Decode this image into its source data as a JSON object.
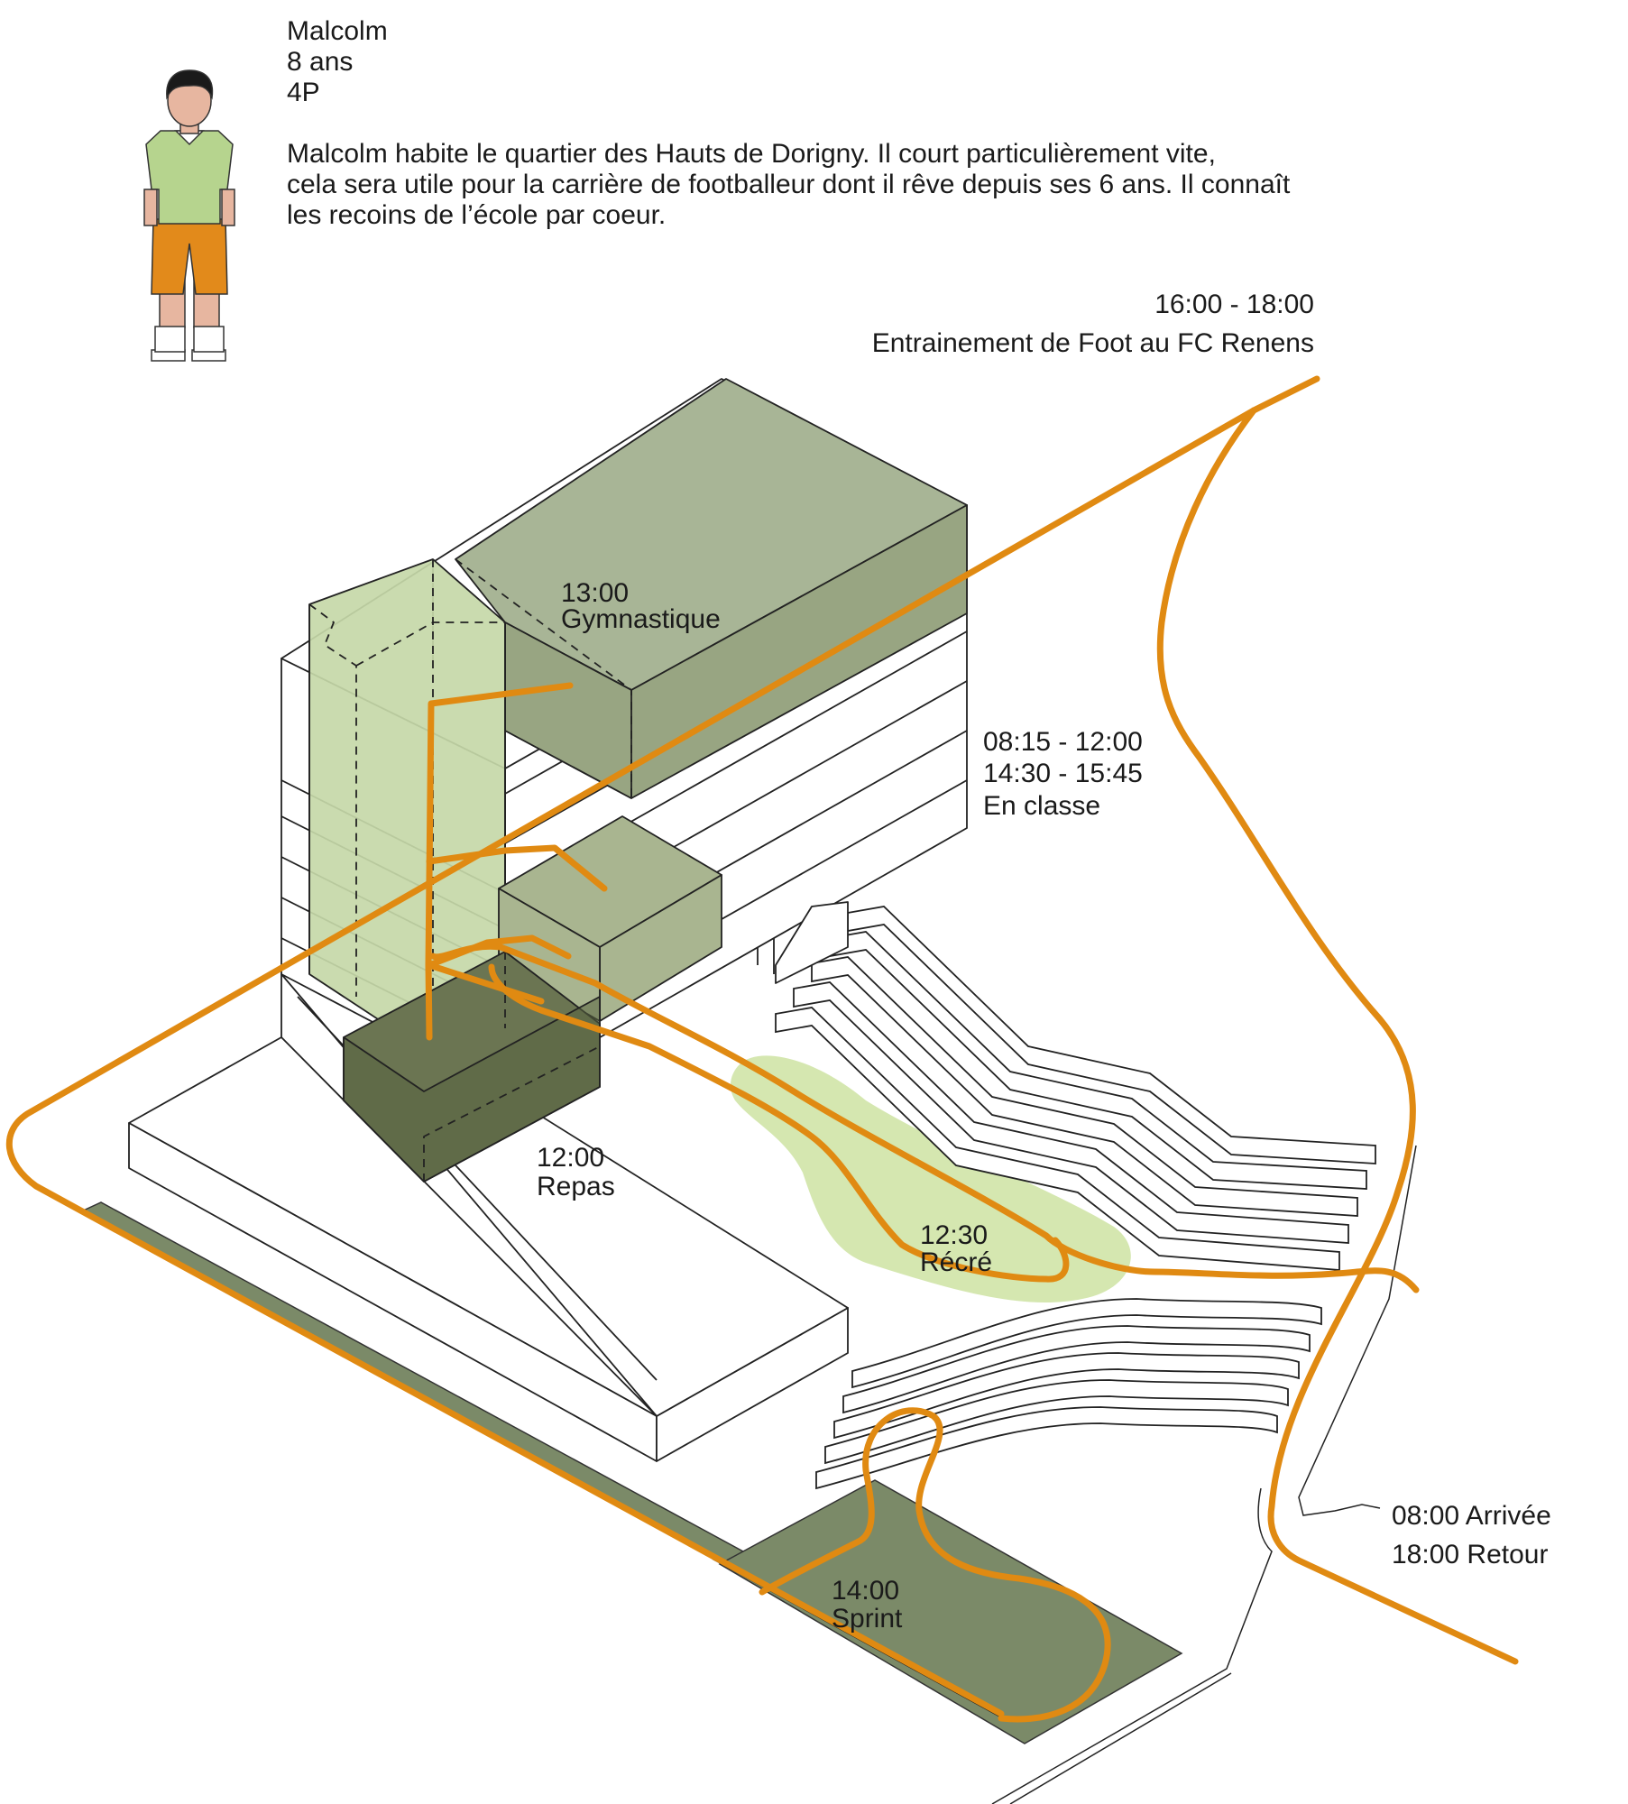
{
  "profile": {
    "name": "Malcolm",
    "age": "8 ans",
    "grade": "4P",
    "description": [
      "Malcolm habite le quartier des Hauts de Dorigny. Il court particulièrement vite,",
      "cela sera utile pour la carrière de footballeur dont il rêve depuis ses 6 ans. Il connaît",
      "les recoins de l’école par coeur."
    ]
  },
  "labels": {
    "foot_time": "16:00 - 18:00",
    "foot_text": "Entrainement de Foot au FC Renens",
    "gym_time": "13:00",
    "gym_text": "Gymnastique",
    "class_time_1": "08:15 - 12:00",
    "class_time_2": "14:30 - 15:45",
    "class_text": "En classe",
    "lunch_time": "12:00",
    "lunch_text": "Repas",
    "recess_time": "12:30",
    "recess_text": "Récré",
    "arrival": "08:00 Arrivée",
    "return": "18:00 Retour",
    "sprint_time": "14:00",
    "sprint_text": "Sprint"
  },
  "colors": {
    "path": "#e08a12",
    "gym_roof": "#a8b596",
    "gym_side": "#98a582",
    "volume_light": "#c6d8a8",
    "volume_mid": "#a9b590",
    "lunch_dark": "#6b7552",
    "field": "#7b8a68",
    "recess": "#d5e7b0",
    "shirt": "#b6d48e",
    "shorts": "#e28a1b"
  },
  "icons": {
    "avatar": "child-figure-icon"
  }
}
